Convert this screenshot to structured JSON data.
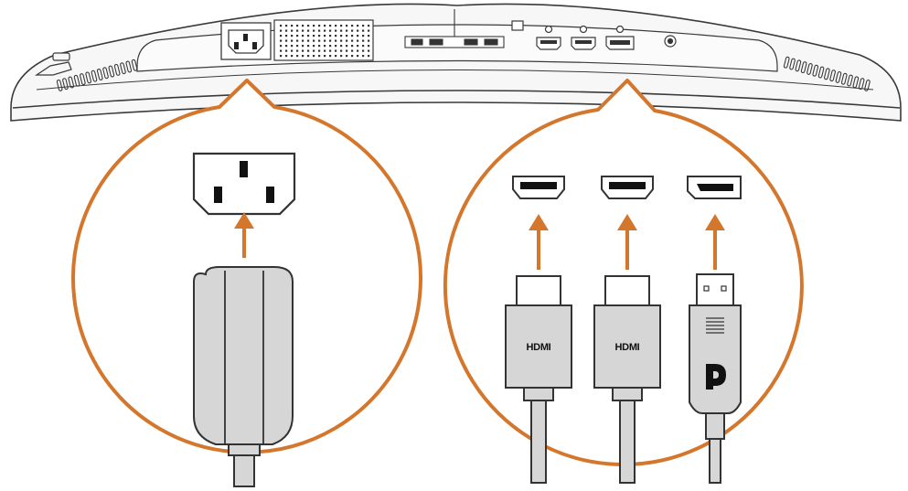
{
  "colors": {
    "accent": "#d4762b",
    "outline": "#3a3a3a",
    "connector_fill": "#d6d6d6",
    "monitor_fill": "#f7f7f7"
  },
  "ports": [
    {
      "name": "hdmi-1",
      "cable_label": "HDMI",
      "icon": "hdmi-port-icon"
    },
    {
      "name": "hdmi-2",
      "cable_label": "HDMI",
      "icon": "hdmi-port-icon"
    },
    {
      "name": "displayport",
      "cable_label": "",
      "icon": "displayport-port-icon"
    }
  ],
  "power": {
    "icon": "ac-power-socket-icon",
    "plug_icon": "power-plug-icon"
  }
}
